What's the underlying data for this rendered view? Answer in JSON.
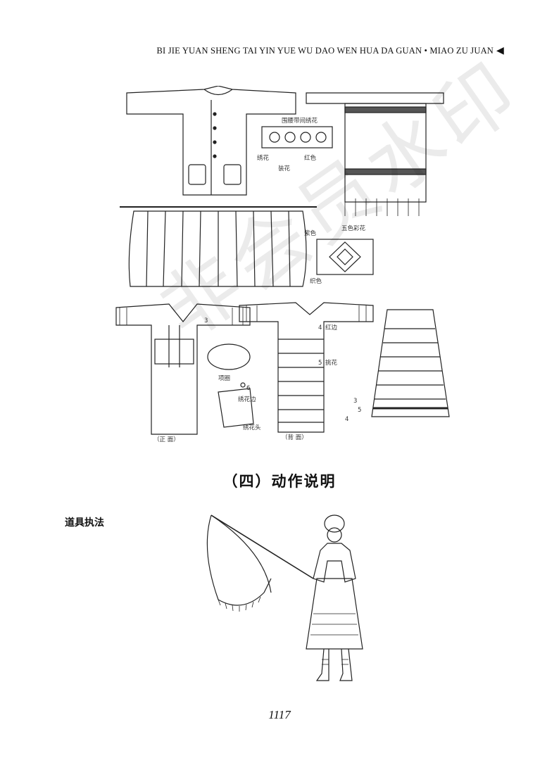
{
  "header": {
    "running_title": "BI JIE YUAN SHENG TAI YIN YUE WU DAO WEN HUA DA GUAN • MIAO ZU JUAN",
    "marker_glyph": "◀"
  },
  "figure_top": {
    "annotations": [
      "围腰带间绣花",
      "绣花",
      "装花",
      "红色",
      "五色彩花",
      "紫色",
      "织色",
      "4",
      "红边",
      "5",
      "挑花",
      "3",
      "项圈",
      "6",
      "绣花边",
      "绣花头",
      "3",
      "5",
      "4"
    ],
    "caption_left": "（正 面）",
    "caption_right": "（背 面）"
  },
  "watermark": {
    "text": "非会员水印"
  },
  "section": {
    "title": "（四）动作说明"
  },
  "side": {
    "label": "道具执法"
  },
  "footer": {
    "page_number": "1117"
  }
}
